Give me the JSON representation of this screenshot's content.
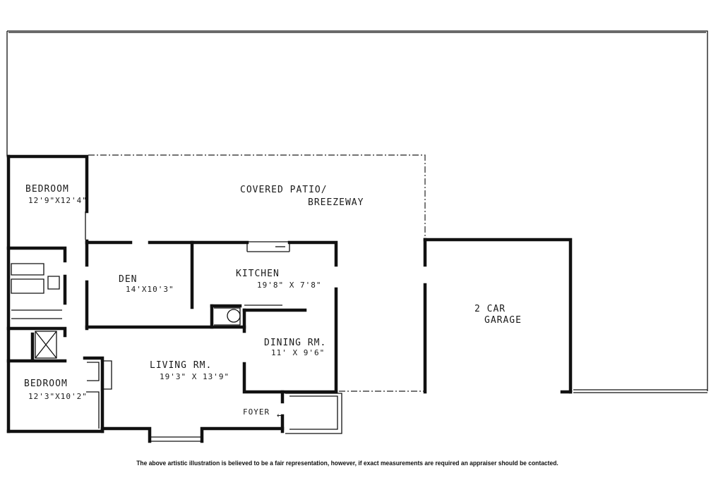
{
  "rooms": {
    "bedroom_top": {
      "name": "BEDROOM",
      "size": "12'9\"X12'4\""
    },
    "den": {
      "name": "DEN",
      "size": "14'X10'3\""
    },
    "kitchen": {
      "name": "KITCHEN",
      "size": "19'8\" X 7'8\""
    },
    "patio": {
      "line1": "COVERED PATIO/",
      "line2": "BREEZEWAY"
    },
    "dining": {
      "name": "DINING RM.",
      "size": "11' X 9'6\""
    },
    "living": {
      "name": "LIVING RM.",
      "size": "19'3\" X 13'9\""
    },
    "bedroom_bottom": {
      "name": "BEDROOM",
      "size": "12'3\"X10'2\""
    },
    "garage": {
      "line1": "2 CAR",
      "line2": "GARAGE"
    },
    "foyer": {
      "name": "FOYER",
      "arrow": "←"
    }
  },
  "disclaimer": "The above artistic illustration is believed to be a fair representation, however, if exact measurements are required an appraiser should be contacted."
}
